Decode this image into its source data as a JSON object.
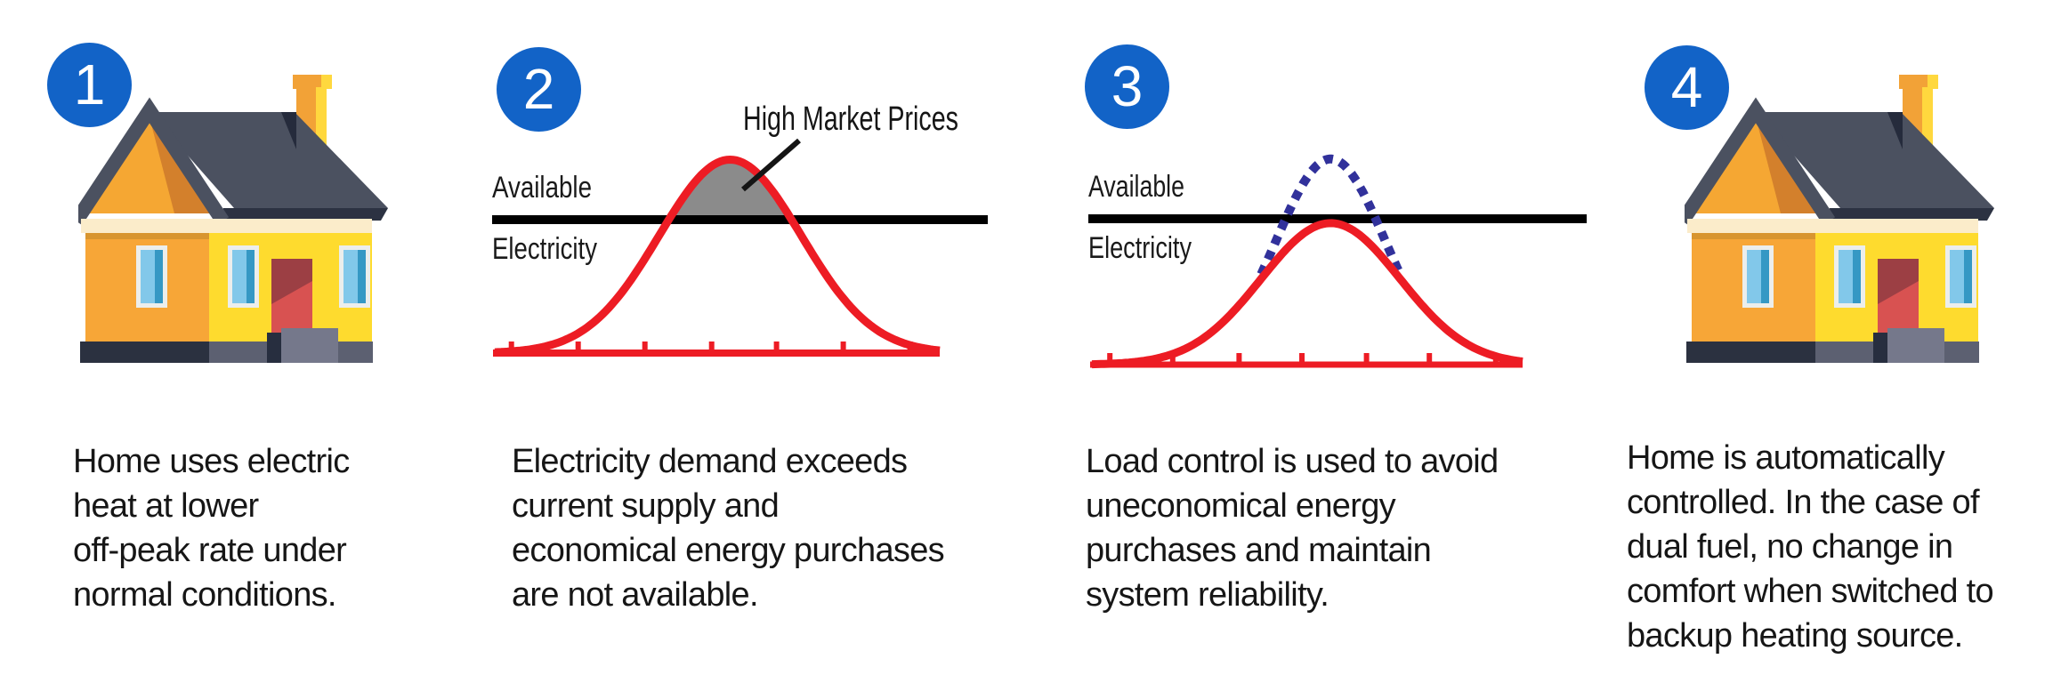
{
  "palette": {
    "badge_blue": "#1263c7",
    "demand_red": "#ed1c24",
    "uncontrolled_indigo": "#31319b",
    "excess_gray": "#8b8b8b",
    "supply_line_black": "#000000"
  },
  "steps": [
    {
      "number": "1",
      "illustration": "house",
      "description": "Home uses electric\nheat at lower\noff-peak rate under\nnormal conditions."
    },
    {
      "number": "2",
      "illustration": "demand-chart",
      "description": "Electricity demand exceeds\ncurrent supply and\neconomical energy purchases\nare not available."
    },
    {
      "number": "3",
      "illustration": "load-control-chart",
      "description": "Load control is used to avoid\nuneconomical energy\npurchases and maintain\nsystem reliability."
    },
    {
      "number": "4",
      "illustration": "house",
      "description": "Home is automatically\ncontrolled. In the case of\ndual fuel, no change in\ncomfort when switched to\nbackup heating source."
    }
  ],
  "chart_data": [
    {
      "id": "demand-exceeds-supply",
      "type": "area",
      "title": "",
      "x_axis": {
        "range": [
          0,
          24
        ],
        "tick_positions": [
          0.9,
          4.5,
          8.1,
          11.7,
          15.2,
          18.8,
          22.4
        ],
        "color": "#ed1c24"
      },
      "supply_line": {
        "labels": [
          "Available",
          "Electricity"
        ],
        "value": 1.0,
        "color": "#000000"
      },
      "annotation": {
        "text": "High Market Prices",
        "target": "excess-demand-area"
      },
      "series": [
        {
          "name": "electricity-demand",
          "shape": "gaussian",
          "style": "solid",
          "color": "#ed1c24",
          "peak": 1.45,
          "center": 12.7,
          "sigma": 3.84,
          "excess_fill_color": "#8b8b8b"
        }
      ]
    },
    {
      "id": "load-control-applied",
      "type": "line",
      "title": "",
      "x_axis": {
        "range": [
          0,
          24
        ],
        "tick_positions": [
          1.0,
          4.5,
          8.2,
          11.7,
          15.3,
          18.8,
          22.5
        ],
        "color": "#ed1c24"
      },
      "supply_line": {
        "labels": [
          "Available",
          "Electricity"
        ],
        "value": 1.0,
        "color": "#000000"
      },
      "annotation": null,
      "series": [
        {
          "name": "demand-without-load-control",
          "shape": "gaussian",
          "style": "dotted",
          "color": "#31319b",
          "peak": 1.41,
          "center": 13.3,
          "sigma": 3.02,
          "visible_from_value": 0.62
        },
        {
          "name": "demand-with-load-control",
          "shape": "gaussian",
          "style": "solid",
          "color": "#ed1c24",
          "peak": 0.97,
          "center": 13.3,
          "sigma": 3.87
        }
      ]
    }
  ]
}
